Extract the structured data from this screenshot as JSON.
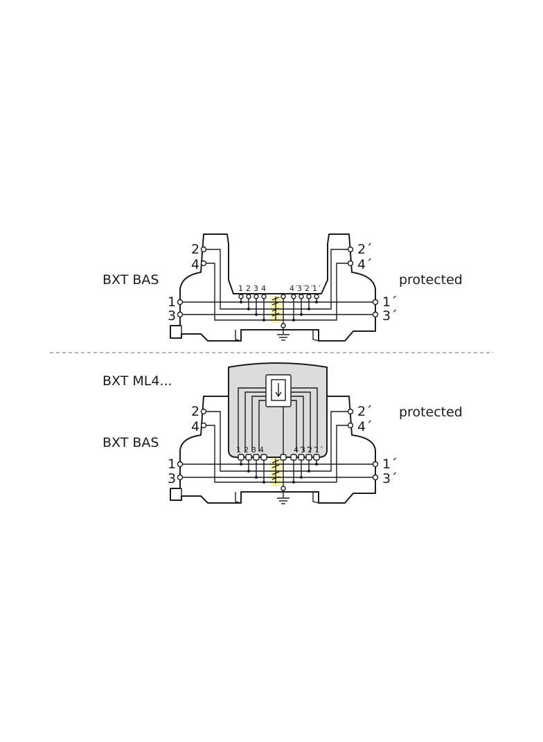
{
  "diagram1": {
    "label_left": "BXT BAS",
    "label_right": "protected",
    "pins_left": [
      "2",
      "4",
      "1",
      "3"
    ],
    "pins_right": [
      "2´",
      "4´",
      "1´",
      "3´"
    ],
    "inner_left": [
      "1",
      "2",
      "3",
      "4"
    ],
    "inner_right": [
      "4´",
      "3´",
      "2´",
      "1´"
    ]
  },
  "diagram2": {
    "label_module": "BXT ML4...",
    "label_base": "BXT BAS",
    "label_right": "protected",
    "pins_left": [
      "2",
      "4",
      "1",
      "3"
    ],
    "pins_right": [
      "2´",
      "4´",
      "1´",
      "3´"
    ],
    "inner_left": [
      "1",
      "2",
      "3",
      "4"
    ],
    "inner_right": [
      "4´",
      "3´",
      "2´",
      "1´"
    ]
  },
  "colors": {
    "line": "#1a1a1a",
    "highlight": "#fbf3a6",
    "module_fill": "#dcdcdc",
    "separator": "#b5b5b5"
  }
}
